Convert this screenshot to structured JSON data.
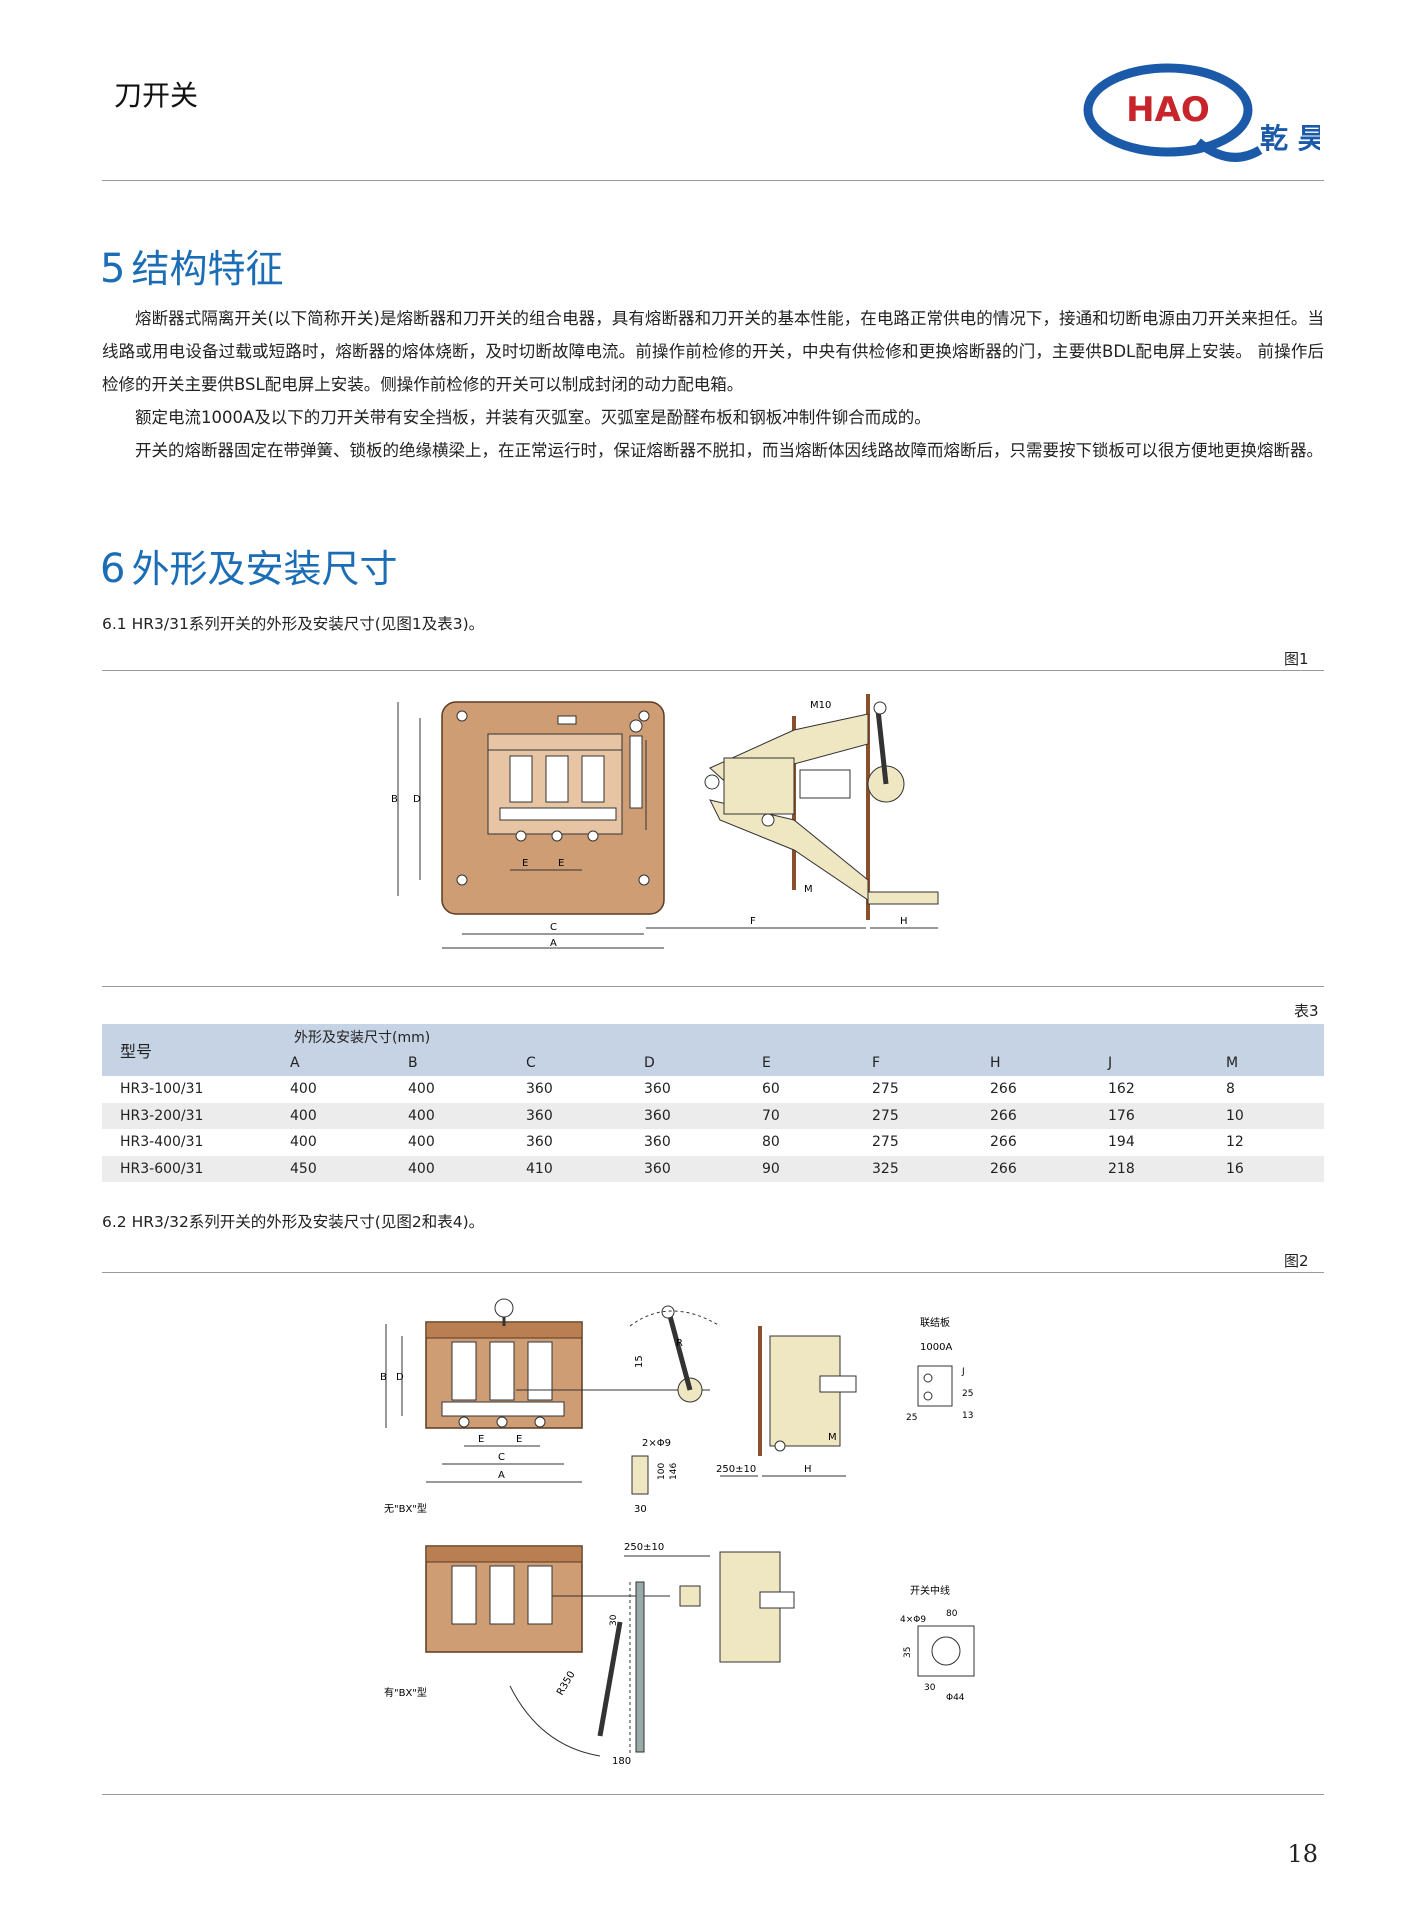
{
  "header": {
    "title": "刀开关",
    "logo_letters": "HAO",
    "logo_brand": "乾 昊"
  },
  "section5": {
    "number": "5",
    "title": "结构特征",
    "paragraphs": [
      "熔断器式隔离开关(以下简称开关)是熔断器和刀开关的组合电器，具有熔断器和刀开关的基本性能，在电路正常供电的情况下，接通和切断电源由刀开关来担任。当线路或用电设备过载或短路时，熔断器的熔体烧断，及时切断故障电流。前操作前检修的开关，中央有供检修和更换熔断器的门，主要供BDL配电屏上安装。 前操作后检修的开关主要供BSL配电屏上安装。侧操作前检修的开关可以制成封闭的动力配电箱。",
      "额定电流1000A及以下的刀开关带有安全挡板，并装有灭弧室。灭弧室是酚醛布板和钢板冲制件铆合而成的。",
      "开关的熔断器固定在带弹簧、锁板的绝缘横梁上，在正常运行时，保证熔断器不脱扣，而当熔断体因线路故障而熔断后，只需要按下锁板可以很方便地更换熔断器。"
    ]
  },
  "section6": {
    "number": "6",
    "title": "外形及安装尺寸",
    "sub1": "6.1 HR3/31系列开关的外形及安装尺寸(见图1及表3)。",
    "fig1_label": "图1",
    "fig1": {
      "front_dims": {
        "B": "B",
        "D": "D",
        "E": "E",
        "C": "C",
        "A": "A"
      },
      "side_dims": {
        "M10": "M10",
        "M": "M",
        "F": "F",
        "H": "H"
      }
    },
    "table3_label": "表3",
    "table3": {
      "col_model": "型号",
      "group_header": "外形及安装尺寸(mm)",
      "columns": [
        "A",
        "B",
        "C",
        "D",
        "E",
        "F",
        "H",
        "J",
        "M"
      ],
      "rows": [
        [
          "HR3-100/31",
          "400",
          "400",
          "360",
          "360",
          "60",
          "275",
          "266",
          "162",
          "8"
        ],
        [
          "HR3-200/31",
          "400",
          "400",
          "360",
          "360",
          "70",
          "275",
          "266",
          "176",
          "10"
        ],
        [
          "HR3-400/31",
          "400",
          "400",
          "360",
          "360",
          "80",
          "275",
          "266",
          "194",
          "12"
        ],
        [
          "HR3-600/31",
          "450",
          "400",
          "410",
          "360",
          "90",
          "325",
          "266",
          "218",
          "16"
        ]
      ]
    },
    "sub2": "6.2 HR3/32系列开关的外形及安装尺寸(见图2和表4)。",
    "fig2_label": "图2",
    "fig2": {
      "label_no_bx": "无\"BX\"型",
      "label_bx": "有\"BX\"型",
      "dim_B": "B",
      "dim_D": "D",
      "dim_E": "E",
      "dim_C": "C",
      "dim_A": "A",
      "dim_15": "15",
      "dim_R": "R",
      "dim_holes": "2×Φ9",
      "dim_100": "100",
      "dim_146": "146",
      "dim_30": "30",
      "dim_250": "250±10",
      "dim_H": "H",
      "dim_M": "M",
      "link_plate": "联结板",
      "link_1000A": "1000A",
      "dim_J": "J",
      "dim_25a": "25",
      "dim_25b": "25",
      "dim_13": "13",
      "dim_250b": "250±10",
      "dim_30b": "30",
      "dim_R350": "R350",
      "dim_180": "180",
      "switch_center": "开关中线",
      "dim_4holes": "4×Φ9",
      "dim_80": "80",
      "dim_35": "35",
      "dim_30c": "30",
      "dim_phi44": "Φ44"
    }
  },
  "page_number": "18",
  "colors": {
    "accent": "#1b6db5",
    "table_header": "#c6d3e5",
    "table_alt": "#ececec",
    "panel": "#cf9d74",
    "line": "#222222"
  }
}
